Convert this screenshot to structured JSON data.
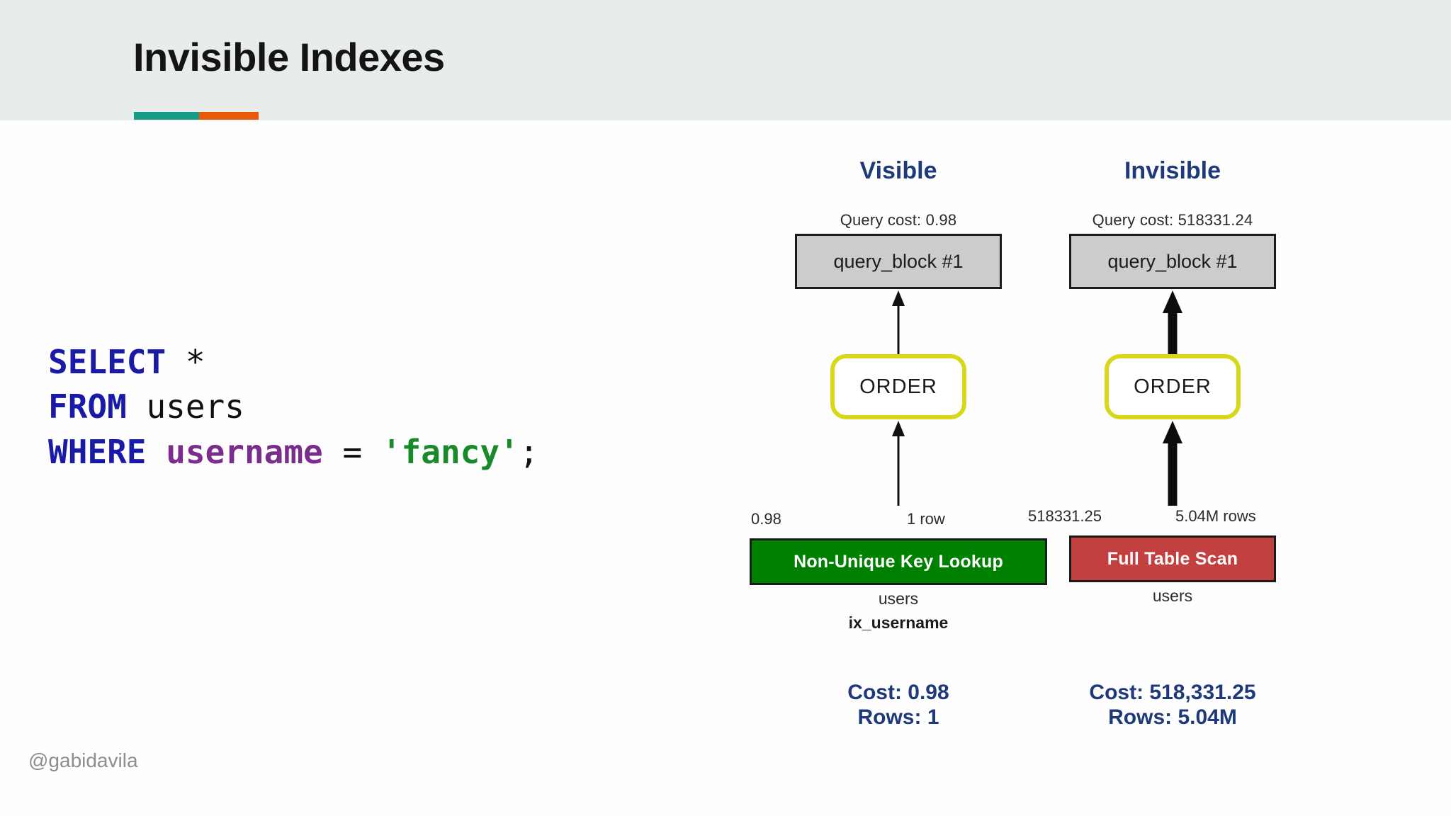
{
  "slide": {
    "title": "Invisible Indexes",
    "handle": "@gabidavila",
    "accent": {
      "teal": "#169b86",
      "orange": "#e8590c"
    },
    "header_bg": "#e8edeb"
  },
  "sql": {
    "line1": {
      "keyword": "SELECT",
      "rest": " *"
    },
    "line2": {
      "keyword": "FROM",
      "rest": " users"
    },
    "line3": {
      "keyword": "WHERE",
      "column": "username",
      "operator": "=",
      "literal": "'fancy'",
      "terminator": ";"
    }
  },
  "plans": [
    {
      "heading": "Visible",
      "query_cost": "Query cost: 0.98",
      "root_node": "query_block #1",
      "order_node": "ORDER",
      "edge_cost": "0.98",
      "edge_rows": "1 row",
      "leaf_node": "Non-Unique Key Lookup",
      "leaf_color": "#008000",
      "table": "users",
      "index": "ix_username",
      "summary_cost": "Cost: 0.98",
      "summary_rows": "Rows: 1"
    },
    {
      "heading": "Invisible",
      "query_cost": "Query cost: 518331.24",
      "root_node": "query_block #1",
      "order_node": "ORDER",
      "edge_cost": "518331.25",
      "edge_rows": "5.04M rows",
      "leaf_node": "Full Table Scan",
      "leaf_color": "#c24040",
      "table": "users",
      "index": "",
      "summary_cost": "Cost: 518,331.25",
      "summary_rows": "Rows: 5.04M"
    }
  ]
}
